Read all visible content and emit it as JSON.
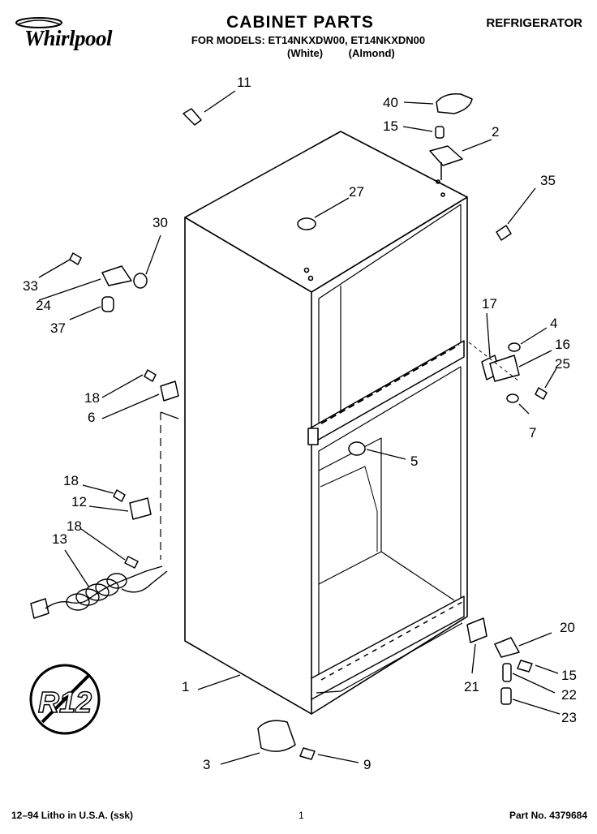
{
  "header": {
    "brand": "Whirlpool",
    "title": "CABINET PARTS",
    "subtitle": "FOR MODELS: ET14NKXDW00, ET14NKXDN00",
    "colors": [
      "(White)",
      "(Almond)"
    ],
    "category": "REFRIGERATOR"
  },
  "badge": {
    "label": "R12"
  },
  "callouts": [
    "1",
    "2",
    "3",
    "4",
    "5",
    "6",
    "7",
    "9",
    "11",
    "12",
    "13",
    "15",
    "15",
    "16",
    "17",
    "18",
    "18",
    "18",
    "20",
    "21",
    "22",
    "23",
    "24",
    "25",
    "27",
    "30",
    "33",
    "35",
    "37",
    "40"
  ],
  "footer": {
    "litho": "12–94 Litho in U.S.A. (ssk)",
    "page": "1",
    "part_no": "Part No. 4379684"
  }
}
